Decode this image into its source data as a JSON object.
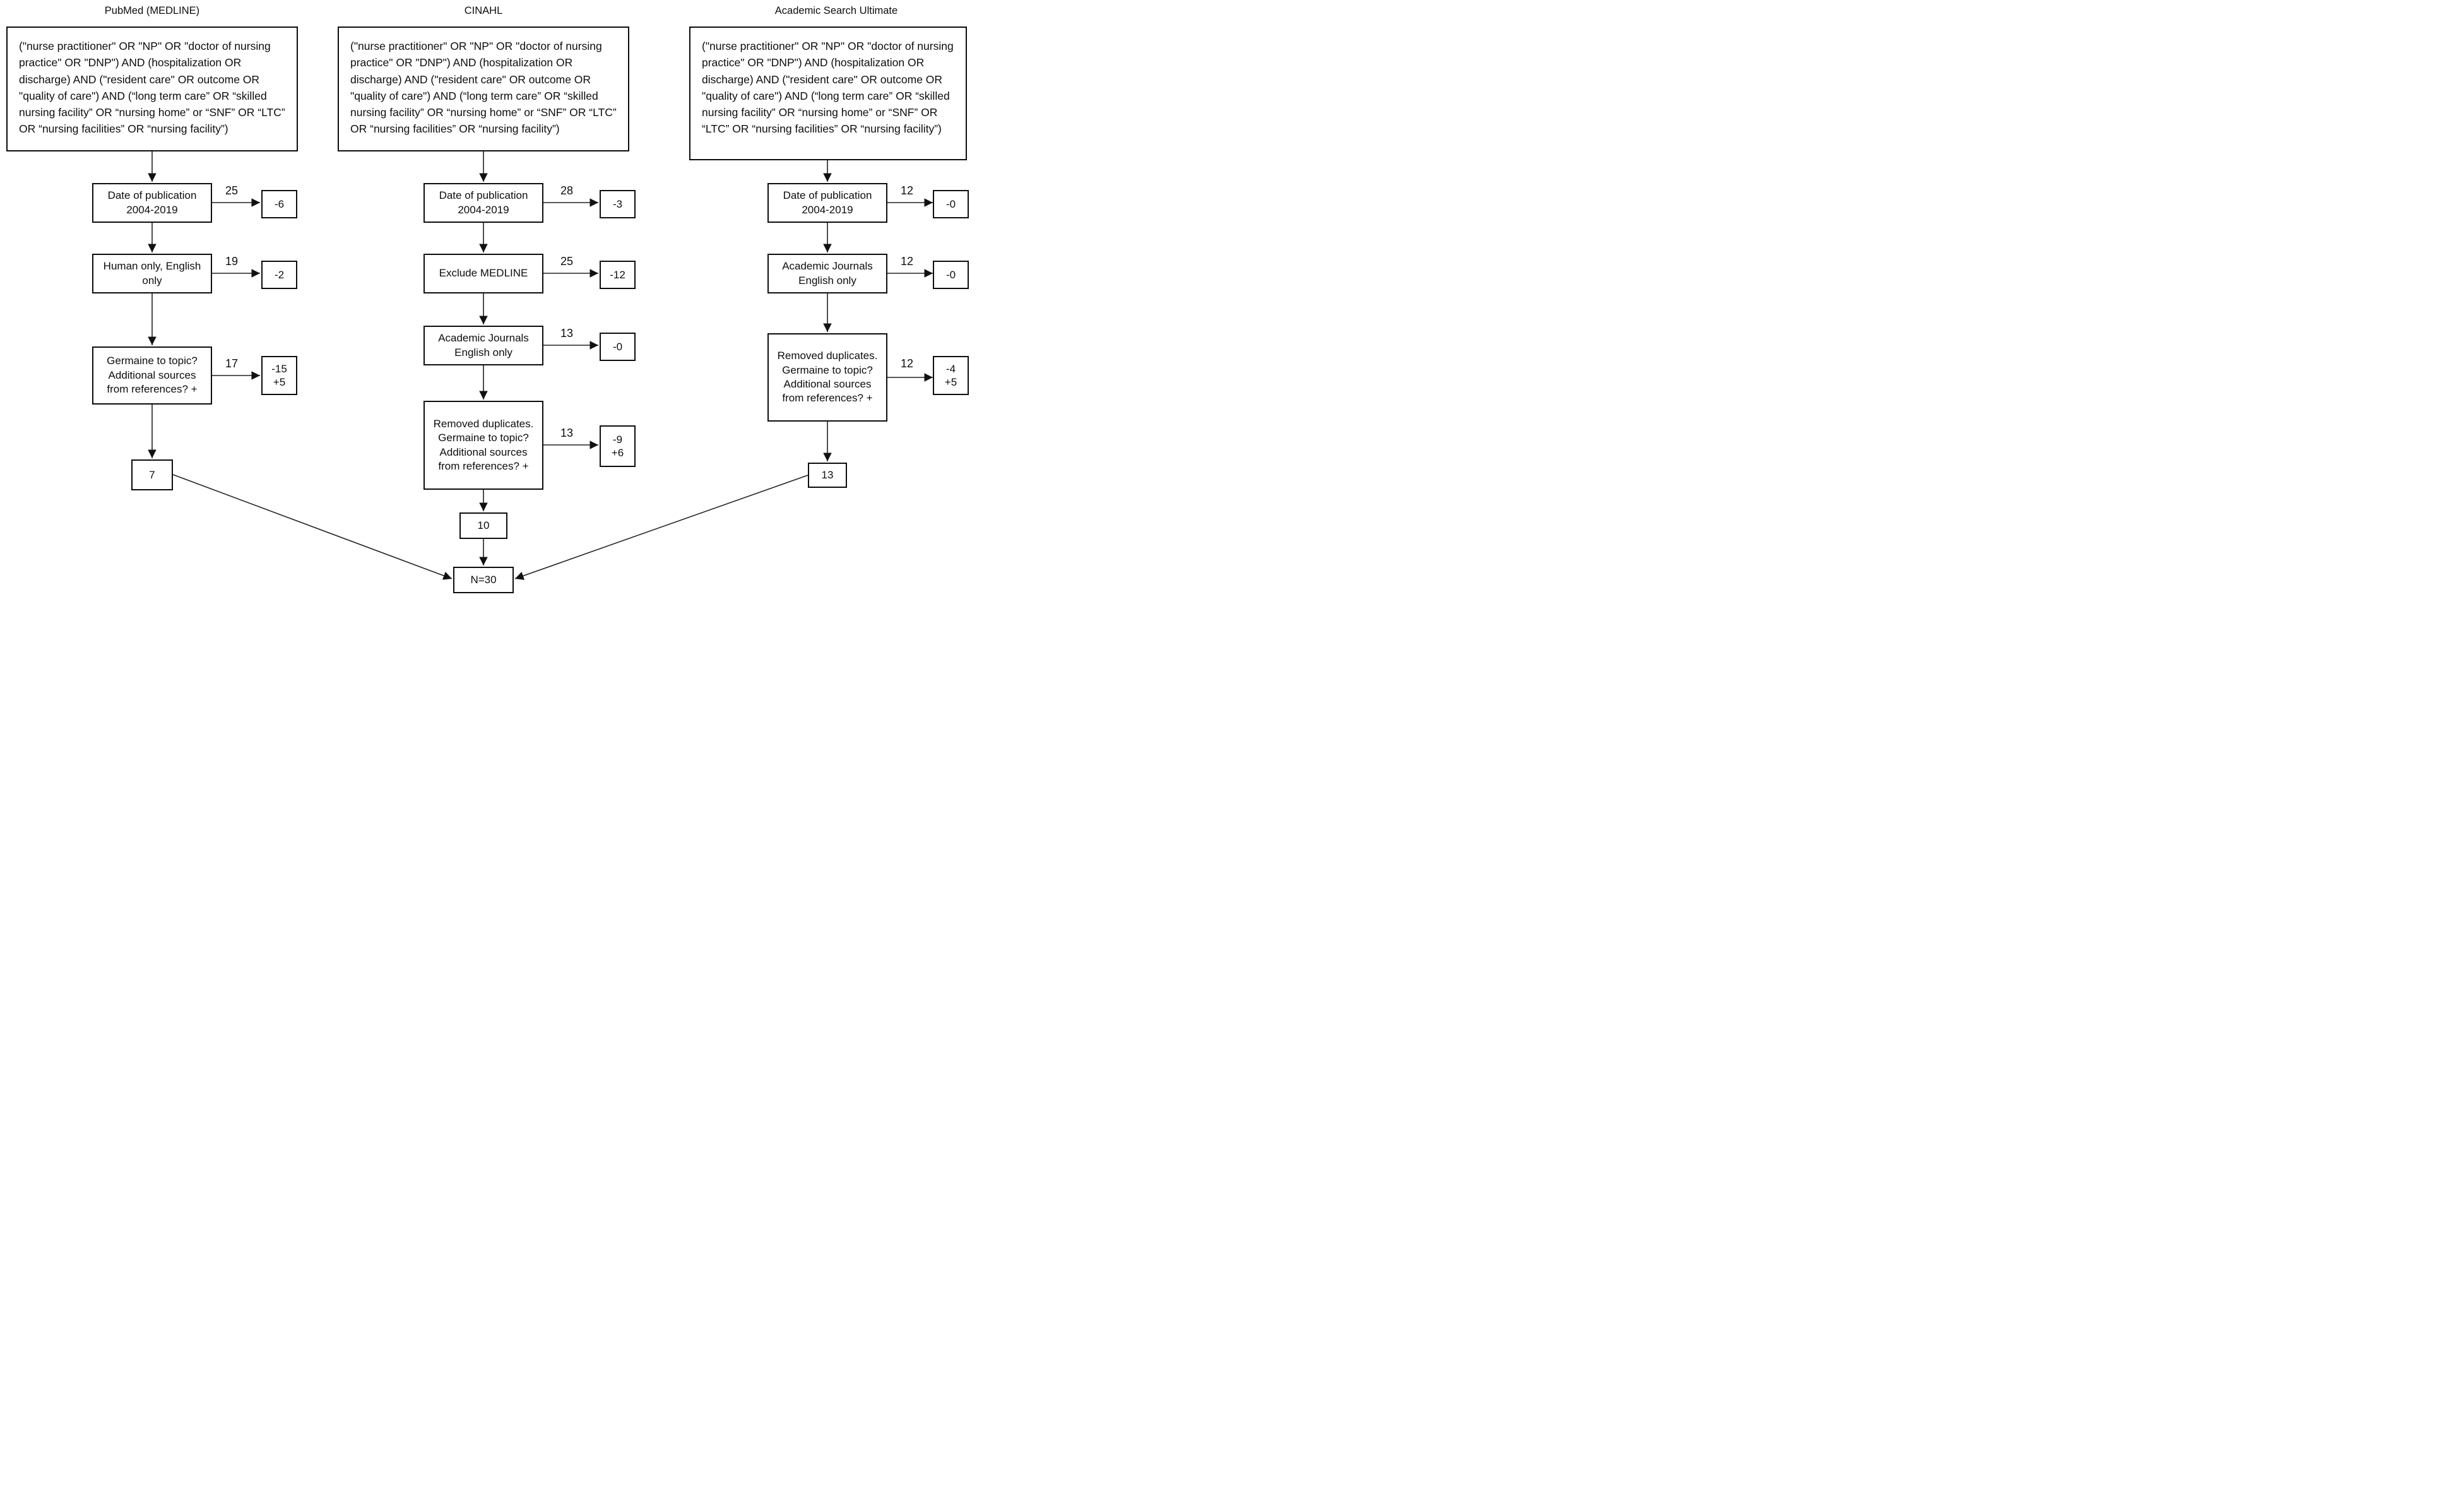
{
  "diagram": {
    "final": "N=30",
    "columns": [
      {
        "title": "PubMed (MEDLINE)",
        "query": "(\"nurse practitioner\" OR \"NP\" OR \"doctor of nursing practice\" OR \"DNP\") AND (hospitalization OR discharge) AND (\"resident care\" OR outcome OR \"quality of care\") AND (“long term care” OR “skilled nursing facility” OR “nursing home” or “SNF” OR “LTC” OR “nursing facilities” OR “nursing facility”)",
        "steps": [
          {
            "label": "Date of publication\n2004-2019",
            "count": "25",
            "exclusion": "-6"
          },
          {
            "label": "Human only, English\nonly",
            "count": "19",
            "exclusion": "-2"
          },
          {
            "label": "Germaine to topic?\nAdditional sources\nfrom references? +",
            "count": "17",
            "exclusion": "-15\n+5"
          }
        ],
        "result": "7"
      },
      {
        "title": "CINAHL",
        "query": "(\"nurse practitioner\" OR \"NP\" OR \"doctor of nursing practice\" OR \"DNP\") AND (hospitalization OR discharge) AND (\"resident care\" OR outcome OR \"quality of care\") AND (“long term care” OR “skilled nursing facility” OR “nursing home” or “SNF” OR “LTC” OR “nursing facilities” OR “nursing facility”)",
        "steps": [
          {
            "label": "Date of publication\n2004-2019",
            "count": "28",
            "exclusion": "-3"
          },
          {
            "label": "Exclude MEDLINE",
            "count": "25",
            "exclusion": "-12"
          },
          {
            "label": "Academic Journals\nEnglish only",
            "count": "13",
            "exclusion": "-0"
          },
          {
            "label": "Removed duplicates.\nGermaine to topic?\nAdditional sources\nfrom references? +",
            "count": "13",
            "exclusion": "-9\n+6"
          }
        ],
        "result": "10"
      },
      {
        "title": "Academic Search Ultimate",
        "query": "(\"nurse practitioner\" OR \"NP\" OR \"doctor of nursing practice\" OR \"DNP\") AND (hospitalization OR discharge) AND (\"resident care\" OR outcome OR \"quality of care\") AND (“long term care” OR “skilled nursing facility” OR “nursing home” or “SNF” OR “LTC” OR “nursing facilities” OR “nursing facility”)",
        "steps": [
          {
            "label": "Date of publication\n2004-2019",
            "count": "12",
            "exclusion": "-0"
          },
          {
            "label": "Academic Journals\nEnglish only",
            "count": "12",
            "exclusion": "-0"
          },
          {
            "label": "Removed duplicates.\nGermaine to topic?\nAdditional sources\nfrom references? +",
            "count": "12",
            "exclusion": "-4\n+5"
          }
        ],
        "result": "13"
      }
    ]
  }
}
